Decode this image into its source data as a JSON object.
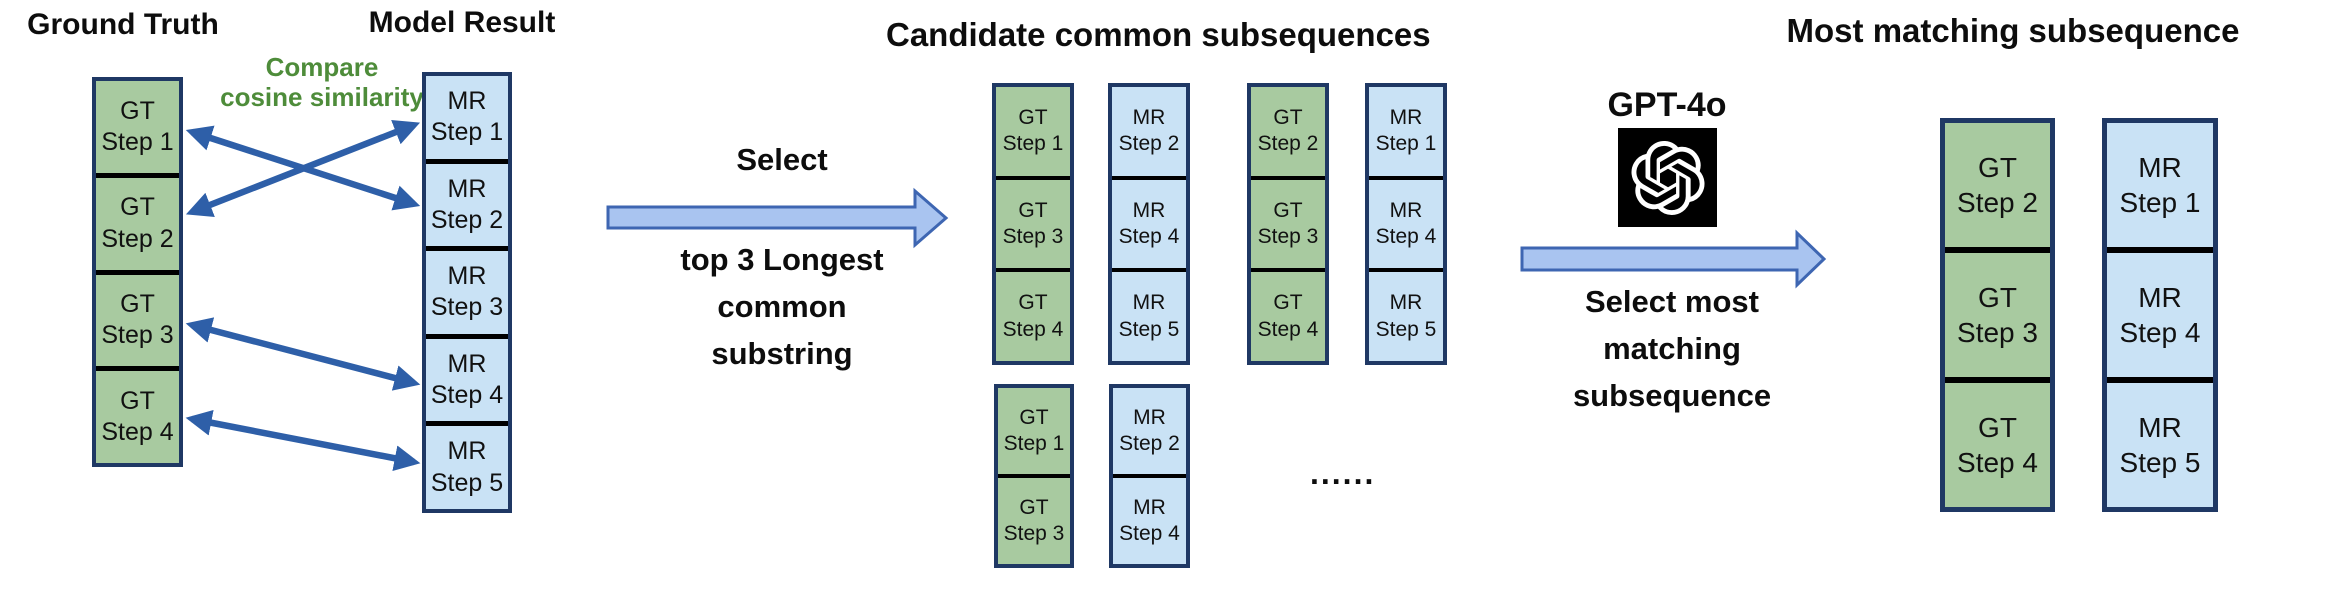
{
  "colors": {
    "gt_cell_fill": "#a8caa0",
    "mr_cell_fill": "#c9e2f5",
    "column_border": "#1f3864",
    "cell_separator": "#000000",
    "cosine_arrow": "#2e5fa8",
    "block_arrow_fill": "#a9c4f0",
    "block_arrow_border": "#3e66b2",
    "compare_label_green": "#4e8c3a",
    "text": "#0d0d0d",
    "logo_background": "#000000",
    "logo_glyph": "#ffffff"
  },
  "left": {
    "gt_title": "Ground Truth",
    "mr_title": "Model Result",
    "compare_label": "Compare\ncosine similarity",
    "gt_cells": [
      "GT\nStep 1",
      "GT\nStep 2",
      "GT\nStep 3",
      "GT\nStep 4"
    ],
    "mr_cells": [
      "MR\nStep 1",
      "MR\nStep 2",
      "MR\nStep 3",
      "MR\nStep 4",
      "MR\nStep 5"
    ]
  },
  "select_step": {
    "label_above": "Select",
    "label_below": "top 3 Longest\ncommon\nsubstring"
  },
  "candidates": {
    "title": "Candidate common subsequences",
    "group1": {
      "gt": [
        "GT\nStep 1",
        "GT\nStep 3",
        "GT\nStep 4"
      ],
      "mr": [
        "MR\nStep 2",
        "MR\nStep 4",
        "MR\nStep 5"
      ]
    },
    "group2": {
      "gt": [
        "GT\nStep 2",
        "GT\nStep 3",
        "GT\nStep 4"
      ],
      "mr": [
        "MR\nStep 1",
        "MR\nStep 4",
        "MR\nStep 5"
      ]
    },
    "group3": {
      "gt": [
        "GT\nStep 1",
        "GT\nStep 3"
      ],
      "mr": [
        "MR\nStep 2",
        "MR\nStep 4"
      ]
    },
    "ellipsis": "......"
  },
  "gpt_step": {
    "model_label": "GPT-4o",
    "icon": "openai-logo",
    "arrow_label": "Select most\nmatching\nsubsequence"
  },
  "result": {
    "title": "Most matching subsequence",
    "gt_cells": [
      "GT\nStep 2",
      "GT\nStep 3",
      "GT\nStep 4"
    ],
    "mr_cells": [
      "MR\nStep 1",
      "MR\nStep 4",
      "MR\nStep 5"
    ]
  }
}
